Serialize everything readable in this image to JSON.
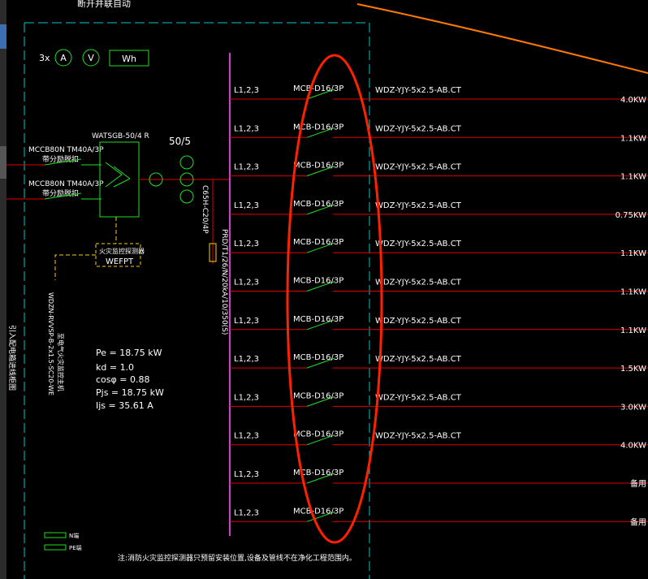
{
  "top_partial_label": "断开并联自动",
  "meters": {
    "multiplier": "3x",
    "ammeter": "A",
    "voltmeter": "V",
    "energy": "Wh"
  },
  "incoming": {
    "breaker1": {
      "model": "MCCB80N TM40A/3P",
      "note": "带分励脱扣"
    },
    "breaker2": {
      "model": "MCCB80N TM40A/3P",
      "note": "带分励脱扣"
    },
    "ats": "WATSGB-50/4 R",
    "ct_ratio": "50/5",
    "surge_breaker": "C65H-C20/4P",
    "spd": "PRD/T1/26/N/20kA/10/350(S)",
    "fire_monitor_label": "火灾监控探测器",
    "fire_monitor_code": "WEFPT",
    "fire_cable": "WDZN-RVVSP-B-2x1.5-SC20-WE",
    "fire_cable_note": "至电气火灾监控主机",
    "vertical_label": "引入配电箱进线柜图"
  },
  "load_calc": {
    "pe": "Pe = 18.75  kW",
    "kd": "kd = 1.0",
    "cos": "cosφ = 0.88",
    "pjs": "Pjs = 18.75  kW",
    "ijs": "Ijs = 35.61  A"
  },
  "circuits": [
    {
      "phase": "L1,2,3",
      "breaker": "MCB-D16/3P",
      "cable": "WDZ-YJY-5x2.5-AB.CT",
      "load": "4.0KW"
    },
    {
      "phase": "L1,2,3",
      "breaker": "MCB-D16/3P",
      "cable": "WDZ-YJY-5x2.5-AB.CT",
      "load": "1.1KW"
    },
    {
      "phase": "L1,2,3",
      "breaker": "MCB-D16/3P",
      "cable": "WDZ-YJY-5x2.5-AB.CT",
      "load": "1.1KW"
    },
    {
      "phase": "L1,2,3",
      "breaker": "MCB-D16/3P",
      "cable": "WDZ-YJY-5x2.5-AB.CT",
      "load": "0.75KW"
    },
    {
      "phase": "L1,2,3",
      "breaker": "MCB-D16/3P",
      "cable": "WDZ-YJY-5x2.5-AB.CT",
      "load": "1.1KW"
    },
    {
      "phase": "L1,2,3",
      "breaker": "MCB-D16/3P",
      "cable": "WDZ-YJY-5x2.5-AB.CT",
      "load": "1.1KW"
    },
    {
      "phase": "L1,2,3",
      "breaker": "MCB-D16/3P",
      "cable": "WDZ-YJY-5x2.5-AB.CT",
      "load": "1.1KW"
    },
    {
      "phase": "L1,2,3",
      "breaker": "MCB-D16/3P",
      "cable": "WDZ-YJY-5x2.5-AB.CT",
      "load": "1.5KW"
    },
    {
      "phase": "L1,2,3",
      "breaker": "MCB-D16/3P",
      "cable": "WDZ-YJY-5x2.5-AB.CT",
      "load": "3.0KW"
    },
    {
      "phase": "L1,2,3",
      "breaker": "MCB-D16/3P",
      "cable": "WDZ-YJY-5x2.5-AB.CT",
      "load": "4.0KW"
    },
    {
      "phase": "L1,2,3",
      "breaker": "MCB-D16/3P",
      "cable": "",
      "load": "备用"
    },
    {
      "phase": "L1,2,3",
      "breaker": "MCB-D16/3P",
      "cable": "",
      "load": "备用"
    }
  ],
  "terminals": {
    "n_bar": "N端",
    "pe_bar": "PE端"
  },
  "footnote": "注:消防火灾监控探测器只预留安装位置,设备及管线不在净化工程范围内。",
  "colors": {
    "bus": "#d040d0",
    "branch": "#e00000",
    "symbol": "#20e020",
    "annotation": "#ff4000",
    "frame": "#00c8c8",
    "highlight": "#ff2000"
  }
}
